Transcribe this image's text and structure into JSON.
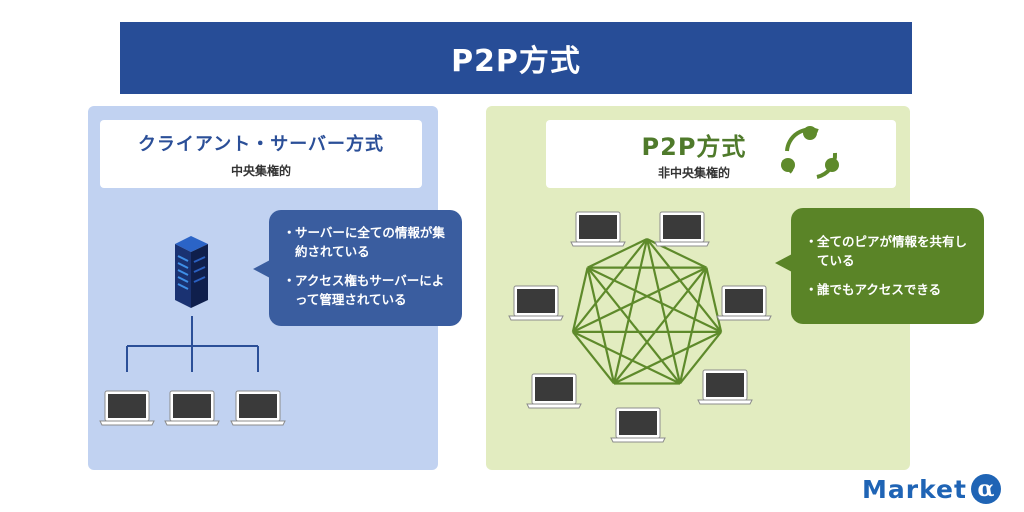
{
  "title": "P2P方式",
  "left_panel": {
    "title": "クライアント・サーバー方式",
    "subtitle": "中央集権的",
    "bullets": [
      {
        "bullet": "・",
        "text": "サーバーに全ての情報が集約されている"
      },
      {
        "bullet": "・",
        "text": "アクセス権もサーバーによって管理されている"
      }
    ],
    "accent_color": "#274d97"
  },
  "right_panel": {
    "title": "P2P方式",
    "subtitle": "非中央集権的",
    "icon": "share-network-icon",
    "bullets": [
      {
        "bullet": "・",
        "text": "全てのピアが情報を共有している"
      },
      {
        "bullet": "・",
        "text": "誰でもアクセスできる"
      }
    ],
    "accent_color": "#5a8427"
  },
  "brand": {
    "word": "Market",
    "mark": "α"
  }
}
